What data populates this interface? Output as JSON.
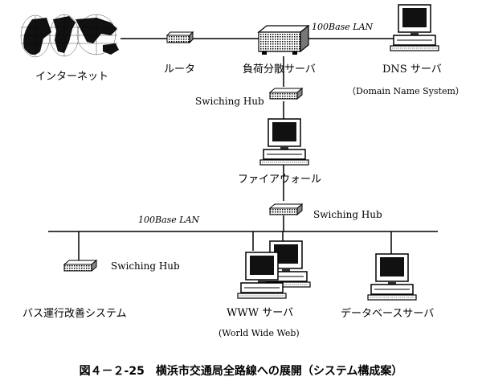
{
  "labels": {
    "internet": "インターネット",
    "router": "ルータ",
    "load_balancer": "負荷分散サーバ",
    "lan_top": "100Base LAN",
    "dns": "DNS サーバ",
    "dns_sub": "（Domain Name System）",
    "hub1": "Swiching Hub",
    "firewall": "ファイアウォール",
    "lan_bottom": "100Base LAN",
    "hub2": "Swiching Hub",
    "hub3": "Swiching Hub",
    "bus": "バス運行改善システム",
    "www": "WWW サーバ",
    "www_sub": "(World Wide Web)",
    "db": "データベースサーバ"
  },
  "caption": "図４－２-25　横浜市交通局全路線への展開（システム構成案）"
}
